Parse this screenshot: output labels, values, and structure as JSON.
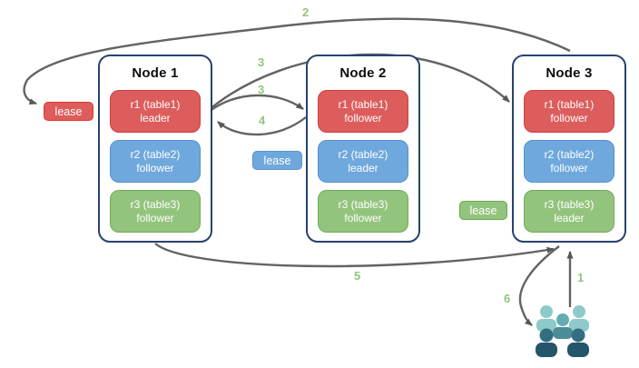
{
  "diagram_type": "distributed database replica / lease architecture",
  "nodes": [
    {
      "title": "Node 1",
      "replicas": [
        {
          "label": "r1 (table1)",
          "role": "leader",
          "color": "red"
        },
        {
          "label": "r2 (table2)",
          "role": "follower",
          "color": "blue"
        },
        {
          "label": "r3 (table3)",
          "role": "follower",
          "color": "green"
        }
      ]
    },
    {
      "title": "Node 2",
      "replicas": [
        {
          "label": "r1 (table1)",
          "role": "follower",
          "color": "red"
        },
        {
          "label": "r2 (table2)",
          "role": "leader",
          "color": "blue"
        },
        {
          "label": "r3 (table3)",
          "role": "follower",
          "color": "green"
        }
      ]
    },
    {
      "title": "Node 3",
      "replicas": [
        {
          "label": "r1 (table1)",
          "role": "follower",
          "color": "red"
        },
        {
          "label": "r2 (table2)",
          "role": "follower",
          "color": "blue"
        },
        {
          "label": "r3 (table3)",
          "role": "leader",
          "color": "green"
        }
      ]
    }
  ],
  "leases": [
    {
      "label": "lease",
      "color": "red"
    },
    {
      "label": "lease",
      "color": "blue"
    },
    {
      "label": "lease",
      "color": "green"
    }
  ],
  "steps": [
    {
      "text": "2"
    },
    {
      "text": "3"
    },
    {
      "text": "3"
    },
    {
      "text": "4"
    },
    {
      "text": "5"
    },
    {
      "text": "6"
    },
    {
      "text": "1"
    }
  ],
  "icons": {
    "users_group": "group of five people (clients)"
  },
  "colors": {
    "red_fill": "#dd5c5c",
    "red_border": "#cf4040",
    "blue_fill": "#6fa8dc",
    "blue_border": "#5590cd",
    "green_fill": "#93c47d",
    "green_border": "#74aa58",
    "node_border": "#26436e",
    "arrow": "#636363",
    "step_label": "#93c47d",
    "users_light": "#8ecaca",
    "users_medium": "#58a0a8",
    "users_dark": "#24556b"
  }
}
